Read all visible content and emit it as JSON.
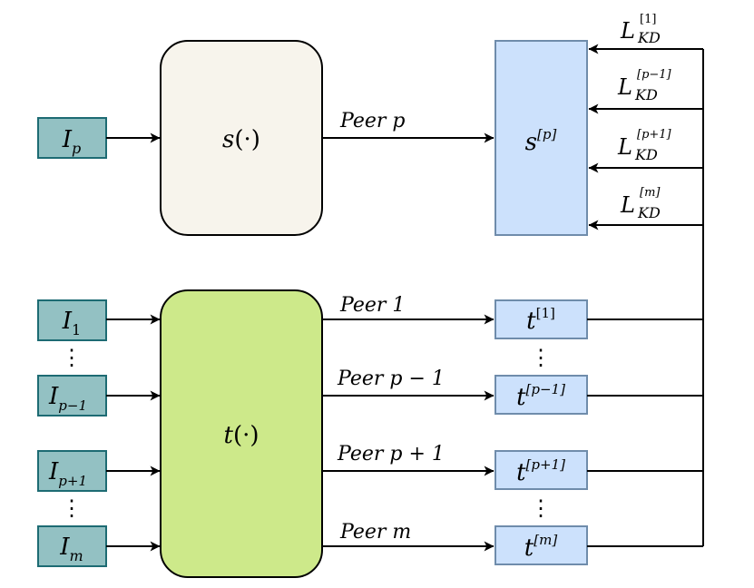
{
  "diagram": {
    "student_function": {
      "sym": "s",
      "arg": "(·)"
    },
    "teacher_function": {
      "sym": "t",
      "arg": "(·)"
    },
    "student_output": {
      "base": "s",
      "sup": "[p]"
    },
    "student_input": {
      "base": "I",
      "sub": "p"
    },
    "teacher_inputs": [
      {
        "base": "I",
        "sub": "1"
      },
      {
        "base": "I",
        "sub": "p−1"
      },
      {
        "base": "I",
        "sub": "p+1"
      },
      {
        "base": "I",
        "sub": "m"
      }
    ],
    "teacher_outputs": [
      {
        "base": "t",
        "sup": "[1]"
      },
      {
        "base": "t",
        "sup": "[p−1]"
      },
      {
        "base": "t",
        "sup": "[p+1]"
      },
      {
        "base": "t",
        "sup": "[m]"
      }
    ],
    "student_edge_label": "Peer p",
    "teacher_edge_labels": [
      "Peer 1",
      "Peer p − 1",
      "Peer p + 1",
      "Peer m"
    ],
    "loss_labels": [
      {
        "base": "L",
        "sup": "[1]",
        "sub": "KD"
      },
      {
        "base": "L",
        "sup": "[p−1]",
        "sub": "KD"
      },
      {
        "base": "L",
        "sup": "[p+1]",
        "sub": "KD"
      },
      {
        "base": "L",
        "sup": "[m]",
        "sub": "KD"
      }
    ],
    "ellipsis": "⋮",
    "colors": {
      "input_fill": "#93c1c3",
      "input_stroke": "#1d6b73",
      "student_fill": "#f7f4ec",
      "teacher_fill": "#cde98a",
      "output_fill": "#cce1fc",
      "output_stroke": "#6f8cab",
      "line": "#000000"
    }
  }
}
